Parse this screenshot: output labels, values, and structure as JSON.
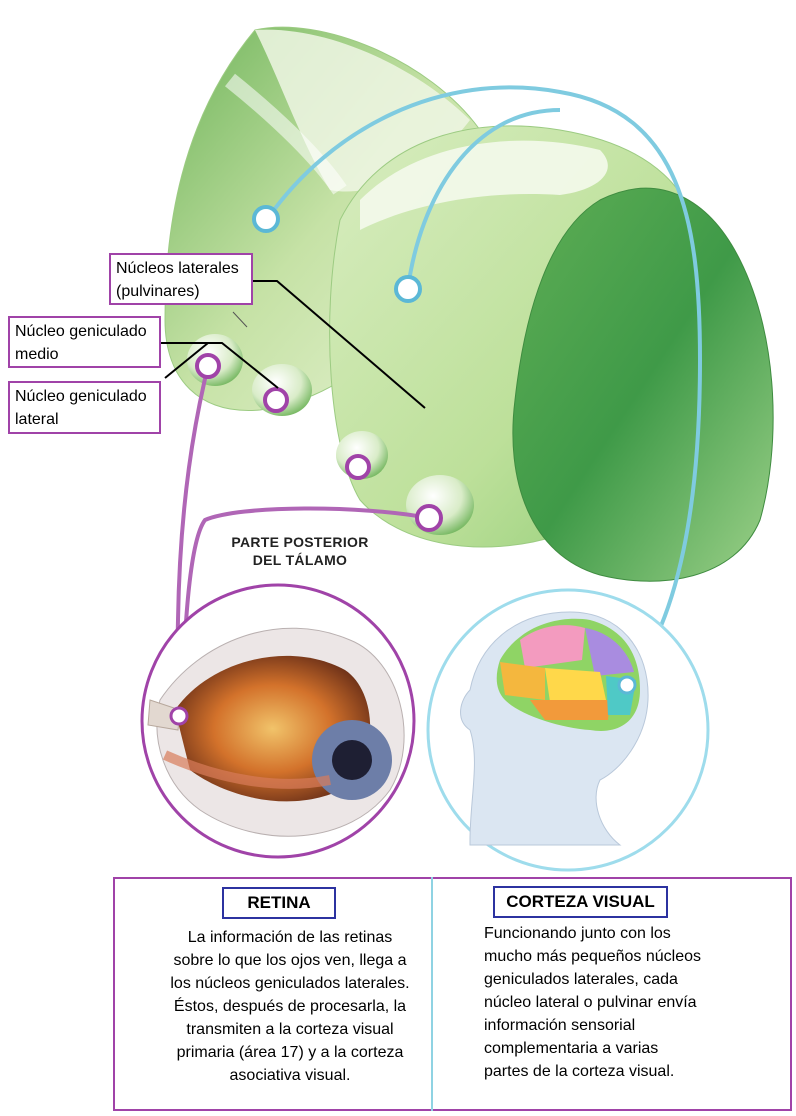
{
  "labels": {
    "pulvinar": "Núcleos laterales\n(pulvinares)",
    "medial_geniculate": "Núcleo geniculado\nmedio",
    "lateral_geniculate": "Núcleo geniculado\nlateral"
  },
  "caption": "PARTE POSTERIOR\nDEL TÁLAMO",
  "panel": {
    "retina": {
      "title": "RETINA",
      "text": "La información de las retinas sobre lo que los ojos ven, llega a los núcleos geniculados laterales. Éstos, después de procesarla, la transmiten a la corteza visual primaria (área 17) y a la corteza asociativa visual."
    },
    "visual_cortex": {
      "title": "CORTEZA VISUAL",
      "text": "Funcionando junto con los mucho más pequeños núcleos geniculados laterales, cada núcleo lateral o pulvinar envía información sensorial complementaria a varias partes de la corteza visual."
    }
  },
  "colors": {
    "retina_accent": "#a043a8",
    "cortex_accent": "#8fd3e3",
    "title_border": "#2c32a0",
    "thalamus_green": "#7cc266"
  }
}
